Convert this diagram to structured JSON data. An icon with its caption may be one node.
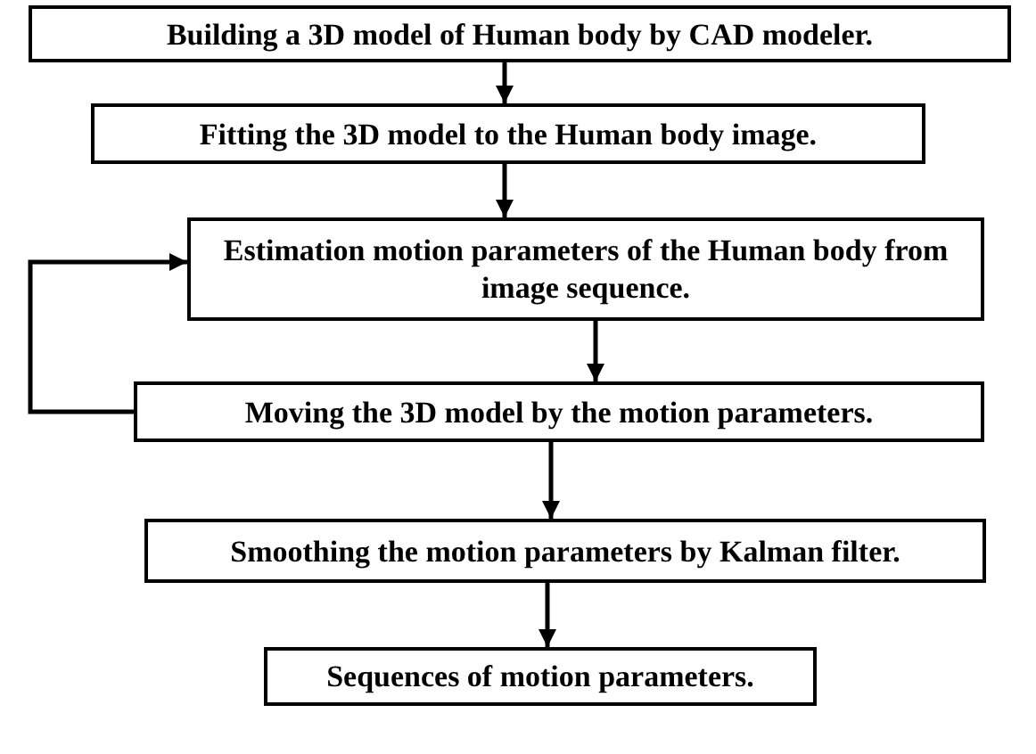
{
  "diagram": {
    "nodes": [
      {
        "text": [
          "Building a 3D model of Human body by CAD modeler."
        ]
      },
      {
        "text": [
          "Fitting the 3D model to the Human body image."
        ]
      },
      {
        "text": [
          "Estimation motion parameters of the Human body from image sequence."
        ]
      },
      {
        "text": [
          "Moving the 3D model by the motion parameters."
        ]
      },
      {
        "text": [
          "Smoothing the motion parameters by Kalman filter."
        ]
      },
      {
        "text": [
          "Sequences of motion parameters."
        ]
      }
    ],
    "edges": [
      {
        "from": 0,
        "to": 1,
        "arrow": "to"
      },
      {
        "from": 1,
        "to": 2,
        "arrow": "to"
      },
      {
        "from": 2,
        "to": 3,
        "arrow": "to"
      },
      {
        "from": 3,
        "to": 2,
        "arrow": "to"
      },
      {
        "from": 3,
        "to": 4,
        "arrow": "to"
      },
      {
        "from": 4,
        "to": 5,
        "arrow": "to"
      }
    ]
  }
}
